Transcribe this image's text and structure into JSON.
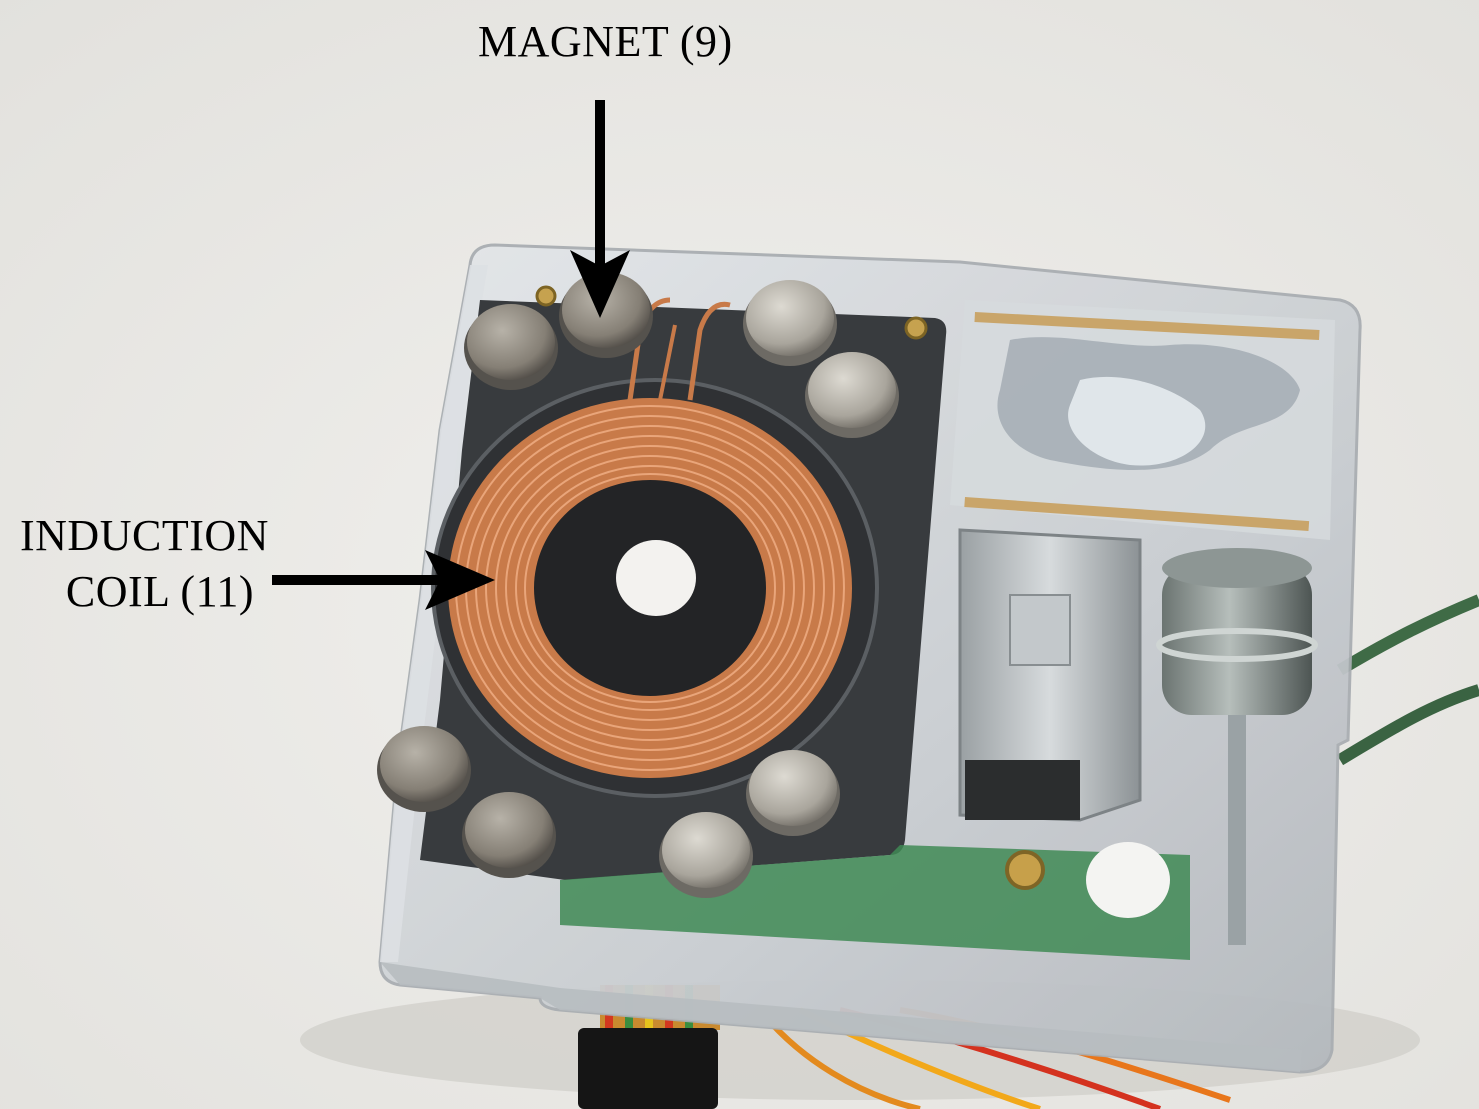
{
  "annotations": {
    "magnet": "MAGNET (9)",
    "coil_line1": "INDUCTION",
    "coil_line2": "COIL (11)"
  },
  "colors": {
    "background": "#ecebe8",
    "housing": "#cfd3d6",
    "dark_plate": "#3a3d40",
    "copper": "#c97a4a",
    "magnet": "#b9b6ae",
    "pcb": "#3f8a55",
    "arrow": "#000000"
  },
  "icons": [
    "arrow-down-icon",
    "arrow-right-icon"
  ]
}
